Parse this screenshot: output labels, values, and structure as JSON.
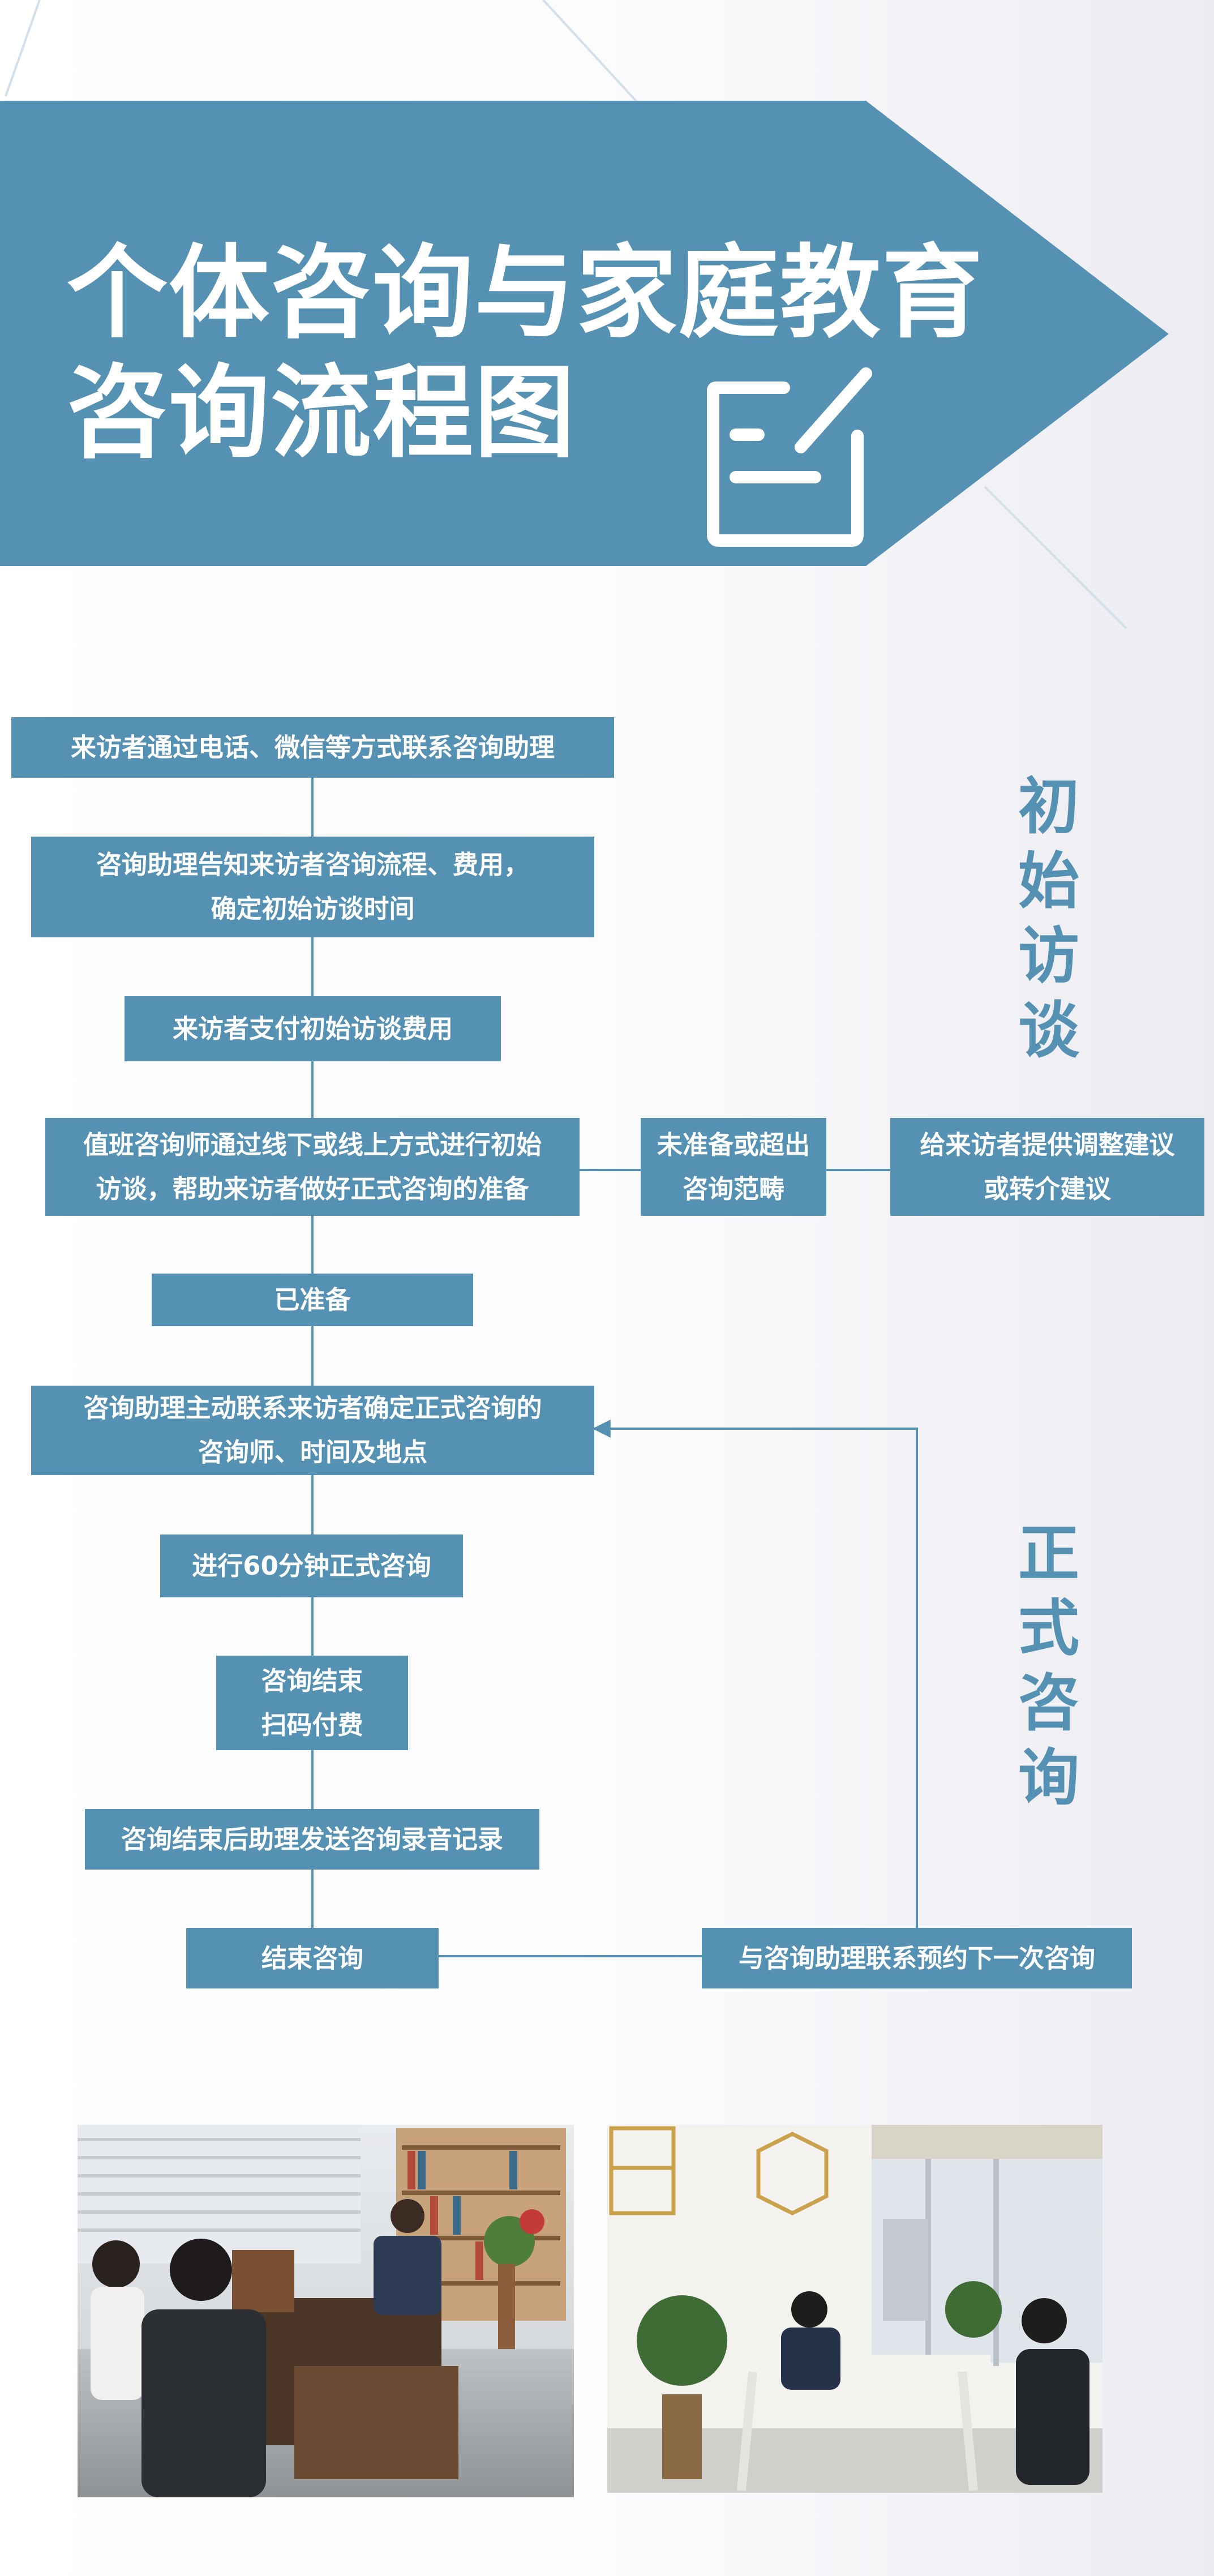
{
  "header": {
    "title_line1": "个体咨询与家庭教育",
    "title_line2": "咨询流程图",
    "icon": "edit-note-icon"
  },
  "sections": {
    "initial": {
      "label": "初始访谈",
      "chars": [
        "初",
        "始",
        "访",
        "谈"
      ]
    },
    "formal": {
      "label": "正式咨询",
      "chars": [
        "正",
        "式",
        "咨",
        "询"
      ]
    }
  },
  "steps": {
    "contact": {
      "lines": [
        "来访者通过电话、微信等方式联系咨询助理"
      ]
    },
    "inform": {
      "lines": [
        "咨询助理告知来访者咨询流程、费用，",
        "确定初始访谈时间"
      ]
    },
    "pay_initial": {
      "lines": [
        "来访者支付初始访谈费用"
      ]
    },
    "initial_interview": {
      "lines": [
        "值班咨询师通过线下或线上方式进行初始",
        "访谈，帮助来访者做好正式咨询的准备"
      ]
    },
    "not_ready": {
      "lines": [
        "未准备或超出",
        "咨询范畴"
      ]
    },
    "referral": {
      "lines": [
        "给来访者提供调整建议",
        "或转介建议"
      ]
    },
    "ready": {
      "lines": [
        "已准备"
      ]
    },
    "arrange": {
      "lines": [
        "咨询助理主动联系来访者确定正式咨询的",
        "咨询师、时间及地点"
      ]
    },
    "session": {
      "lines": [
        "进行60分钟正式咨询"
      ]
    },
    "pay_scan": {
      "lines": [
        "咨询结束",
        "扫码付费"
      ]
    },
    "send_record": {
      "lines": [
        "咨询结束后助理发送咨询录音记录"
      ]
    },
    "end": {
      "lines": [
        "结束咨询"
      ]
    },
    "next": {
      "lines": [
        "与咨询助理联系预约下一次咨询"
      ]
    }
  },
  "photos": [
    "consultation-office-photo",
    "consultation-room-photo"
  ],
  "colors": {
    "accent": "#5591b2",
    "background": "#ffffff",
    "background_edge": "#ebebf1"
  }
}
